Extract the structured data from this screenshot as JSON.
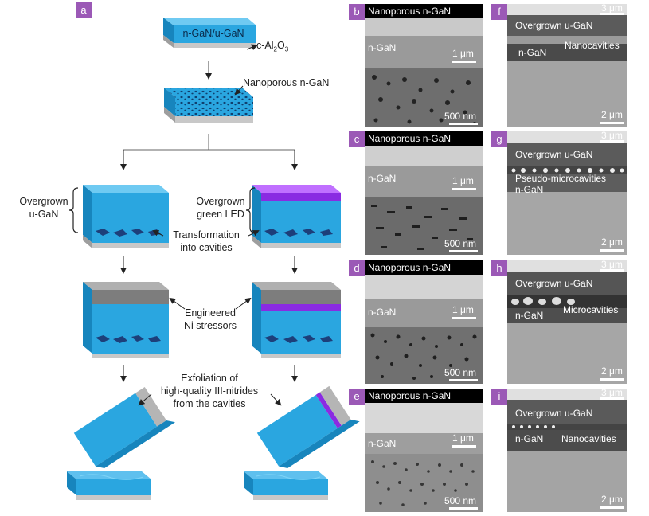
{
  "panel_a": {
    "letter": "a",
    "top_stack_label": "n-GaN/u-GaN",
    "substrate_label": "c-Al",
    "substrate_sub": "2",
    "substrate_label2": "O",
    "substrate_sub2": "3",
    "porous_label": "Nanoporous n-GaN",
    "overgrown_ugan_line1": "Overgrown",
    "overgrown_ugan_line2": "u-GaN",
    "overgrown_led_line1": "Overgrown",
    "overgrown_led_line2": "green LED",
    "transformation_line1": "Transformation",
    "transformation_line2": "into cavities",
    "stressor_line1": "Engineered",
    "stressor_line2": "Ni stressors",
    "exfoliation_line1": "Exfoliation of",
    "exfoliation_line2": "high-quality III-nitrides",
    "exfoliation_line3": "from the cavities"
  },
  "colors": {
    "gan_blue": "#2aa6e0",
    "gan_blue_dark": "#1785bd",
    "sapphire_grey": "#c8c8c8",
    "led_purple": "#8a2be2",
    "ni_grey": "#8a8a8a",
    "panel_badge": "#9b59b6",
    "cavity_navy": "#1d3f7a"
  },
  "sem_panels": [
    {
      "letter": "b",
      "title": "Nanoporous n-GaN",
      "layer_label": "n-GaN",
      "scale_top": "1 μm",
      "scale_bottom": "500 nm"
    },
    {
      "letter": "c",
      "title": "Nanoporous n-GaN",
      "layer_label": "n-GaN",
      "scale_top": "1 μm",
      "scale_bottom": "500 nm"
    },
    {
      "letter": "d",
      "title": "Nanoporous n-GaN",
      "layer_label": "n-GaN",
      "scale_top": "1 μm",
      "scale_bottom": "500 nm"
    },
    {
      "letter": "e",
      "title": "Nanoporous n-GaN",
      "layer_label": "n-GaN",
      "scale_top": "1 μm",
      "scale_bottom": "500 nm"
    }
  ],
  "cross_panels": [
    {
      "letter": "f",
      "top_scale": "3 μm",
      "overgrown": "Overgrown u-GaN",
      "cavity_label": "Nanocavities",
      "ngan": "n-GaN",
      "bottom_scale": "2 μm"
    },
    {
      "letter": "g",
      "top_scale": "3 μm",
      "overgrown": "Overgrown u-GaN",
      "cavity_label": "Pseudo-microcavities",
      "ngan": "n-GaN",
      "bottom_scale": "2 μm"
    },
    {
      "letter": "h",
      "top_scale": "3 μm",
      "overgrown": "Overgrown u-GaN",
      "cavity_label": "Microcavities",
      "ngan": "n-GaN",
      "bottom_scale": "2 μm"
    },
    {
      "letter": "i",
      "top_scale": "3 μm",
      "overgrown": "Overgrown u-GaN",
      "cavity_label": "Nanocavities",
      "ngan": "n-GaN",
      "bottom_scale": "2 μm"
    }
  ]
}
